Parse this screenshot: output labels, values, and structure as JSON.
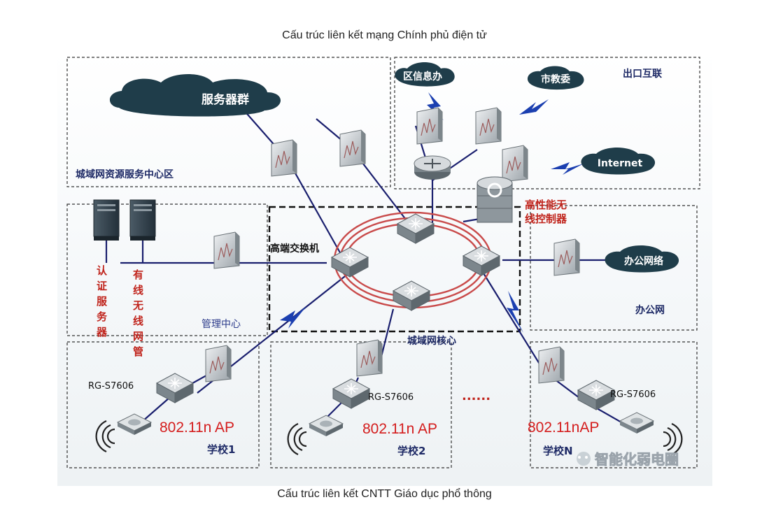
{
  "captions": {
    "top": "Cấu trúc liên kết mạng Chính phủ điện tử",
    "bottom": "Cấu trúc liên kết CNTT Giáo dục phổ thông"
  },
  "zones": {
    "resource_center": "城域网资源服务中心区",
    "internet_exit": "出口互联",
    "management": "管理中心",
    "office": "办公网",
    "core": "城域网核心"
  },
  "clouds": {
    "servers": "服务器群",
    "district_info": "区信息办",
    "city_edu": "市教委",
    "internet": "Internet",
    "office_net": "办公网络"
  },
  "labels": {
    "high_end_switch": "高端交换机",
    "wireless_controller_line1": "高性能无",
    "wireless_controller_line2": "线控制器",
    "auth_server": [
      "认",
      "证",
      "服",
      "务",
      "器"
    ],
    "wired_wireless_mgmt": [
      "有",
      "线",
      "无",
      "线",
      "网",
      "管"
    ],
    "ellipsis": "......",
    "watermark": "智能化弱电圈"
  },
  "schools": [
    {
      "switch": "RG-S7606",
      "ap": "802.11n AP",
      "name": "学校1"
    },
    {
      "switch": "RG-S7606",
      "ap": "802.11n AP",
      "name": "学校2"
    },
    {
      "switch": "RG-S7606",
      "ap": "802.11nAP",
      "name": "学校N"
    }
  ],
  "colors": {
    "link": "#1a1f6e",
    "ring": "#c94b4b",
    "zone_border": "#333333",
    "cloud_fill": "#1f3d4a",
    "label_red": "#c0241c",
    "label_blue": "#1e2a66",
    "lightning": "#1b3fb0"
  }
}
